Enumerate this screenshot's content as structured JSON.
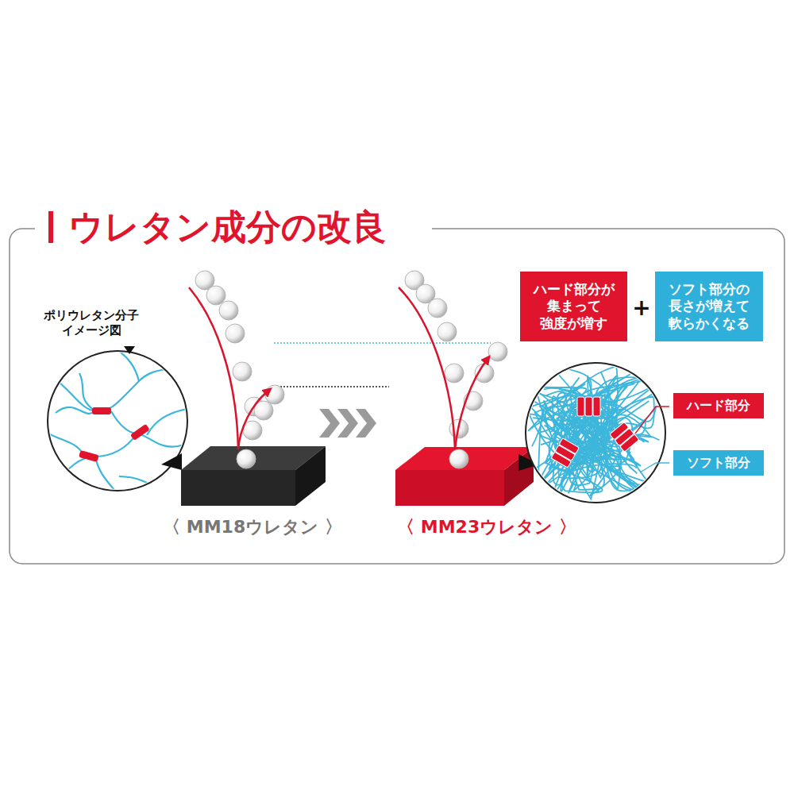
{
  "diagram": {
    "title": "ウレタン成分の改良",
    "nodes": [
      {
        "text": [
          "ハード部分が 集まって 強度が増す"
        ]
      },
      {
        "text": [
          "ソフト部分の 長さが増えて 軟らかくなる"
        ]
      },
      {
        "text": [
          "ハード部分"
        ]
      },
      {
        "text": [
          "ソフト部分"
        ]
      }
    ],
    "labels": [
      "ポリウレタン分子 イメージ図",
      "+",
      "〈 MM18ウレタン 〉",
      "〈 MM23ウレタン 〉"
    ]
  }
}
